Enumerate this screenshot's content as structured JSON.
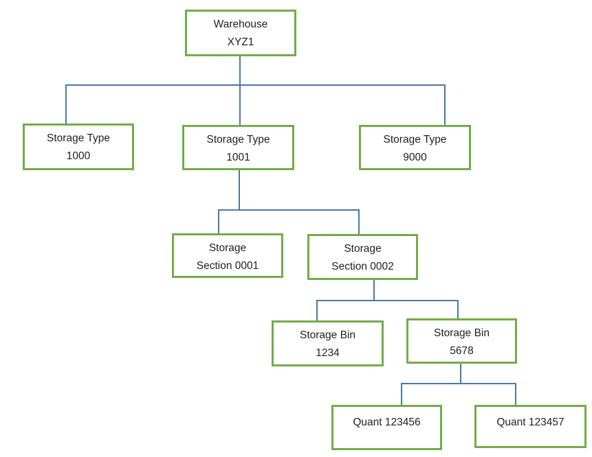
{
  "diagram": {
    "type": "hierarchy-tree",
    "nodes": {
      "warehouse": {
        "line1": "Warehouse",
        "line2": "XYZ1"
      },
      "storage_type_1000": {
        "line1": "Storage Type",
        "line2": "1000"
      },
      "storage_type_1001": {
        "line1": "Storage Type",
        "line2": "1001"
      },
      "storage_type_9000": {
        "line1": "Storage Type",
        "line2": "9000"
      },
      "storage_section_0001": {
        "line1": "Storage",
        "line2": "Section 0001"
      },
      "storage_section_0002": {
        "line1": "Storage",
        "line2": "Section 0002"
      },
      "storage_bin_1234": {
        "line1": "Storage Bin",
        "line2": "1234"
      },
      "storage_bin_5678": {
        "line1": "Storage Bin",
        "line2": "5678"
      },
      "quant_123456": {
        "line1": "Quant 123456"
      },
      "quant_123457": {
        "line1": "Quant 123457"
      }
    },
    "edges": [
      {
        "from": "warehouse",
        "to": "storage_type_1000"
      },
      {
        "from": "warehouse",
        "to": "storage_type_1001"
      },
      {
        "from": "warehouse",
        "to": "storage_type_9000"
      },
      {
        "from": "storage_type_1001",
        "to": "storage_section_0001"
      },
      {
        "from": "storage_type_1001",
        "to": "storage_section_0002"
      },
      {
        "from": "storage_section_0002",
        "to": "storage_bin_1234"
      },
      {
        "from": "storage_section_0002",
        "to": "storage_bin_5678"
      },
      {
        "from": "storage_bin_5678",
        "to": "quant_123456"
      },
      {
        "from": "storage_bin_5678",
        "to": "quant_123457"
      }
    ],
    "colors": {
      "box_border": "#70AD47",
      "connector": "#4878A8",
      "text": "#1F1F1F",
      "background": "#FFFFFF"
    }
  }
}
